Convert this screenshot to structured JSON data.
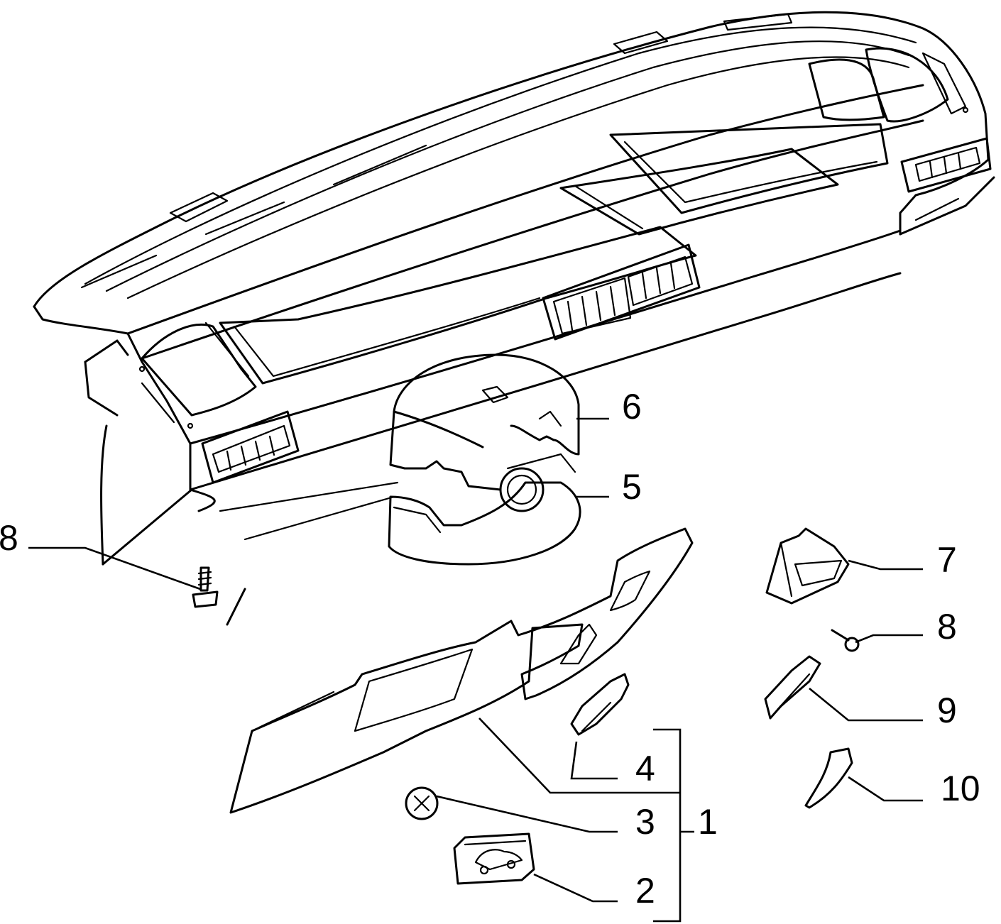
{
  "callouts": {
    "c1": "1",
    "c2": "2",
    "c3": "3",
    "c4": "4",
    "c5": "5",
    "c6": "6",
    "c7": "7",
    "c8_left": "8",
    "c8_right": "8",
    "c9": "9",
    "c10": "10"
  },
  "colors": {
    "line": "#000000",
    "background": "#ffffff"
  }
}
